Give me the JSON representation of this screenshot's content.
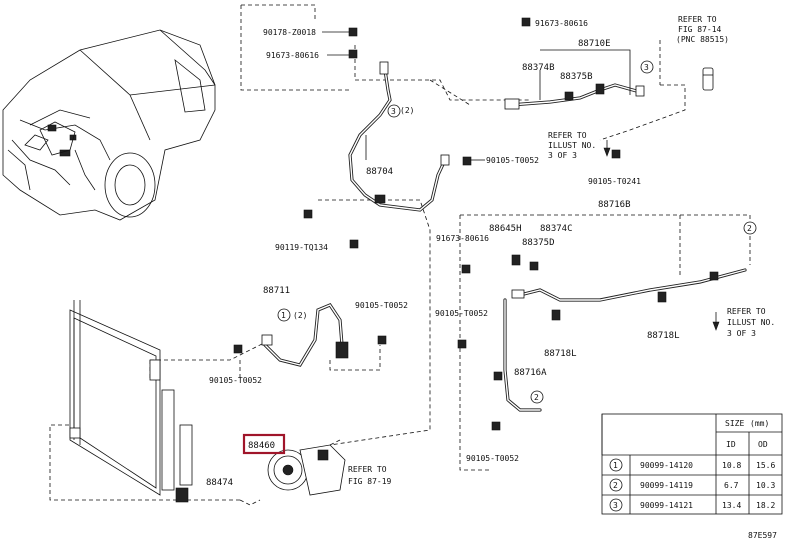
{
  "labels": {
    "p90178": "90178-Z0018",
    "p91673a": "91673-80616",
    "p91673b": "91673-80616",
    "p91673c": "91673-80616",
    "p88710E": "88710E",
    "p88374B": "88374B",
    "p88375B": "88375B",
    "p88704": "88704",
    "p90105_0052a": "90105-T0052",
    "p90105_0241": "90105-T0241",
    "p90119": "90119-TQ134",
    "p88716B": "88716B",
    "p88645H": "88645H",
    "p88374C": "88374C",
    "p88375D": "88375D",
    "p90105_0052b": "90105-T0052",
    "p88718L_a": "88718L",
    "p88718L_b": "88718L",
    "p88711": "88711",
    "p90105_0052c": "90105-T0052",
    "p90105_0052d": "90105-T0052",
    "p88716A": "88716A",
    "p90105_0052e": "90105-T0052",
    "p88460": "88460",
    "p88474": "88474",
    "circ2a": "(2)",
    "circ2b": "(2)"
  },
  "refers": {
    "fig8714": [
      "REFER TO",
      "FIG 87-14",
      "(PNC 88515)"
    ],
    "illust_a": [
      "REFER TO",
      "ILLUST NO.",
      "3 OF 3"
    ],
    "illust_b": [
      "REFER TO",
      "ILLUST NO.",
      "3 OF 3"
    ],
    "fig8719": [
      "REFER TO",
      "FIG 87-19"
    ]
  },
  "size_table": {
    "title": "SIZE",
    "unit": "(mm)",
    "col_id": "ID",
    "col_od": "OD",
    "rows": [
      {
        "ref": "1",
        "part": "90099-14120",
        "id": "10.8",
        "od": "15.6"
      },
      {
        "ref": "2",
        "part": "90099-14119",
        "id": "6.7",
        "od": "10.3"
      },
      {
        "ref": "3",
        "part": "90099-14121",
        "id": "13.4",
        "od": "18.2"
      }
    ]
  },
  "callouts": {
    "c1": "1",
    "c2": "2",
    "c3": "3"
  },
  "footer_code": "87E597"
}
